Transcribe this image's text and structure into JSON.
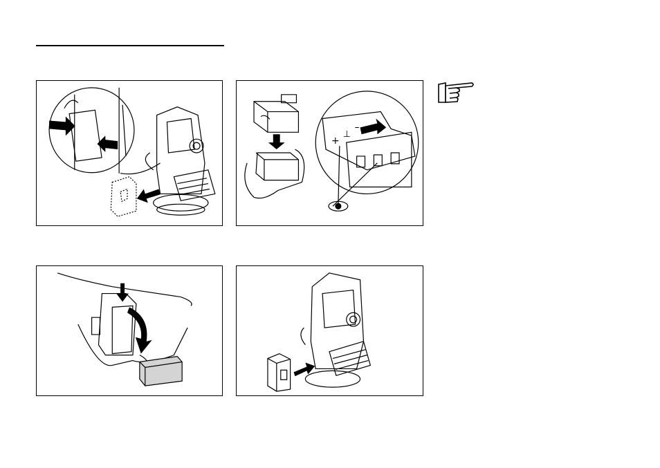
{
  "page": {
    "section_rule": "divider",
    "note_icon": "pointing-hand-icon",
    "figures": [
      {
        "label": "remove-battery-holder"
      },
      {
        "label": "insert-battery-check-polarity",
        "marks": [
          "+",
          "⊥",
          "–"
        ]
      },
      {
        "label": "open-battery-holder"
      },
      {
        "label": "insert-battery-holder"
      }
    ]
  }
}
